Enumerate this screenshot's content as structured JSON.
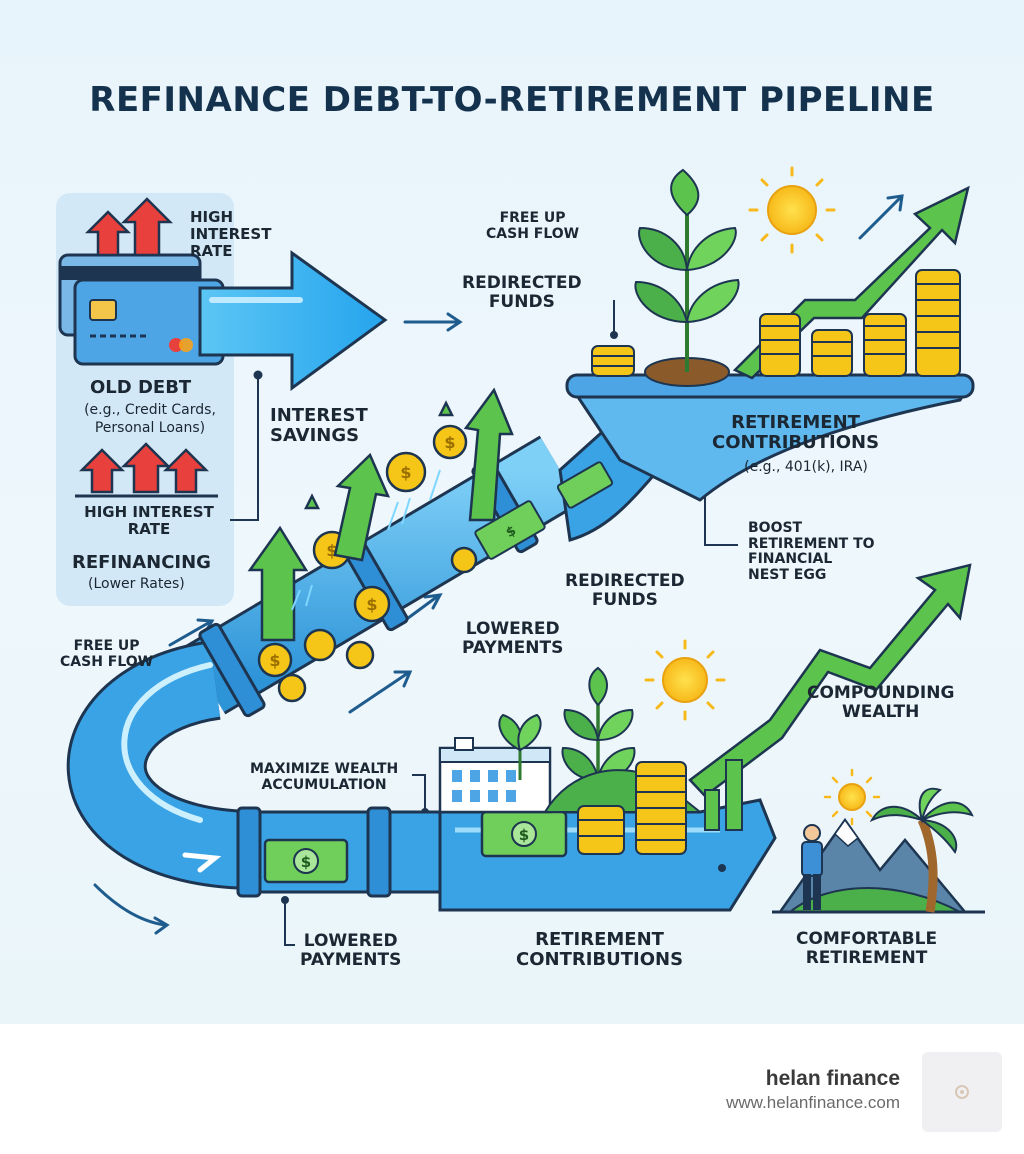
{
  "title": "REFINANCE DEBT-TO-RETIREMENT PIPELINE",
  "labels": {
    "high_interest_top": "HIGH\nINTEREST\nRATE",
    "old_debt": "OLD DEBT",
    "old_debt_sub": "(e.g., Credit Cards,\nPersonal Loans)",
    "high_interest_bottom": "HIGH INTEREST\nRATE",
    "refinancing": "REFINANCING",
    "refinancing_sub": "(Lower Rates)",
    "free_cash_top": "FREE UP\nCASH FLOW",
    "redirected_top": "REDIRECTED\nFUNDS",
    "interest_savings": "INTEREST\nSAVINGS",
    "retirement_contrib_top": "RETIREMENT\nCONTRIBUTIONS",
    "retirement_contrib_top_sub": "(e.g., 401(k), IRA)",
    "boost": "BOOST\nRETIREMENT TO\nFINANCIAL\nNEST EGG",
    "redirected_mid": "REDIRECTED\nFUNDS",
    "lowered_mid": "LOWERED\nPAYMENTS",
    "free_cash_left": "FREE UP\nCASH FLOW",
    "compounding": "COMPOUNDING\nWEALTH",
    "maximize": "MAXIMIZE WEALTH\nACCUMULATION",
    "lowered_bottom": "LOWERED\nPAYMENTS",
    "retirement_contrib_bottom": "RETIREMENT\nCONTRIBUTIONS",
    "comfortable": "COMFORTABLE\nRETIREMENT"
  },
  "icons": [
    "credit-card-icon",
    "red-arrow-icon",
    "blue-arrow-icon",
    "pipe-icon",
    "coin-icon",
    "plant-icon",
    "sun-icon",
    "growth-arrow-icon",
    "dollar-bill-icon",
    "person-icon",
    "palm-tree-icon",
    "mountain-icon",
    "building-icon",
    "logo-icon"
  ],
  "colors": {
    "background": "#e8f4fb",
    "pipe": "#4fb3ee",
    "green_arrow": "#4fc24a",
    "red_arrow": "#e8403c",
    "coin": "#f5c518",
    "title": "#14324d"
  },
  "footer": {
    "brand_name": "helan finance",
    "brand_url": "www.helanfinance.com"
  }
}
